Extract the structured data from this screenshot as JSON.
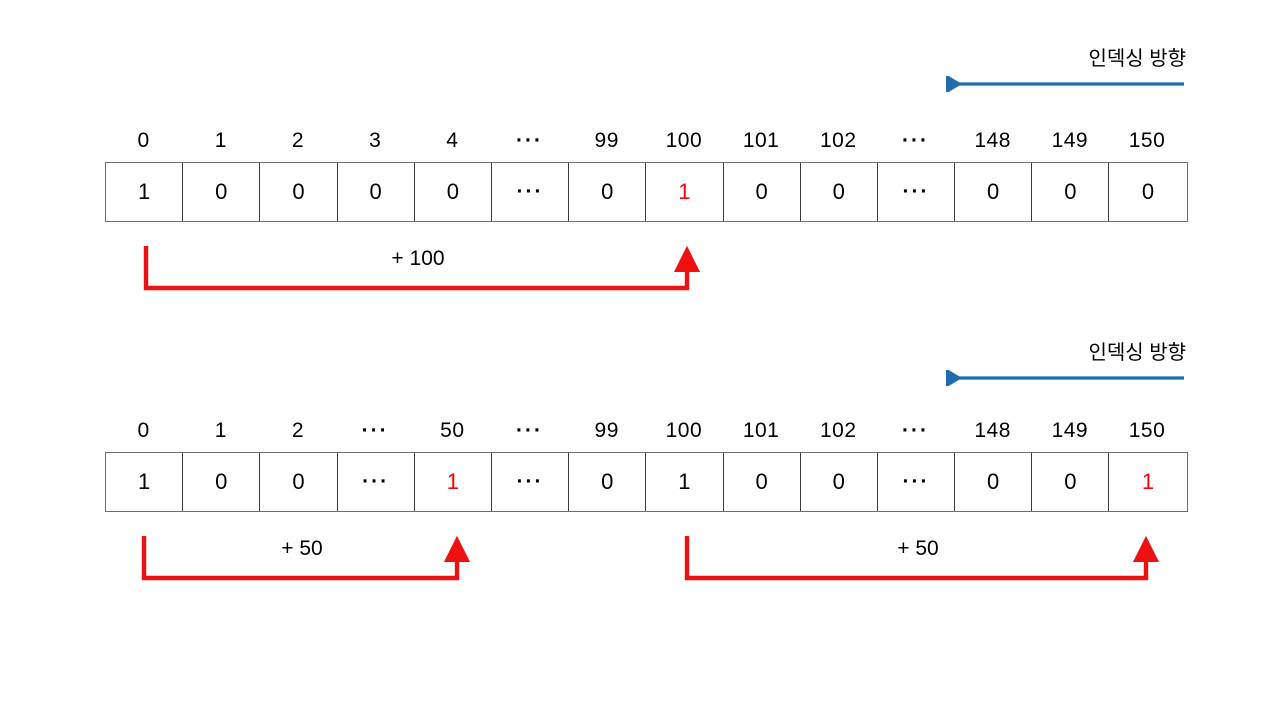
{
  "colors": {
    "highlight": "#ff0000",
    "arrow_blue": "#1f6cb0",
    "bracket_red": "#ee1111",
    "cell_border": "#3a3a3a",
    "table_border": "#6d6d6d",
    "text": "#000000",
    "background": "#ffffff"
  },
  "ellipsis_glyph": "···",
  "sections": [
    {
      "id": "row-one",
      "direction": {
        "label": "인덱싱 방향",
        "icon": "left-arrow-icon"
      },
      "indices": [
        "0",
        "1",
        "2",
        "3",
        "4",
        "···",
        "99",
        "100",
        "101",
        "102",
        "···",
        "148",
        "149",
        "150"
      ],
      "values": [
        "1",
        "0",
        "0",
        "0",
        "0",
        "···",
        "0",
        "1",
        "0",
        "0",
        "···",
        "0",
        "0",
        "0"
      ],
      "highlighted": [
        7
      ],
      "offsets": [
        {
          "label": "+ 100",
          "from_index": "0",
          "to_index": "100",
          "from_col": 0,
          "to_col": 7
        }
      ]
    },
    {
      "id": "row-two",
      "direction": {
        "label": "인덱싱 방향",
        "icon": "left-arrow-icon"
      },
      "indices": [
        "0",
        "1",
        "2",
        "···",
        "50",
        "···",
        "99",
        "100",
        "101",
        "102",
        "···",
        "148",
        "149",
        "150"
      ],
      "values": [
        "1",
        "0",
        "0",
        "···",
        "1",
        "···",
        "0",
        "1",
        "0",
        "0",
        "···",
        "0",
        "0",
        "1"
      ],
      "highlighted": [
        4,
        13
      ],
      "offsets": [
        {
          "label": "+ 50",
          "from_index": "0",
          "to_index": "50",
          "from_col": 0,
          "to_col": 4
        },
        {
          "label": "+ 50",
          "from_index": "100",
          "to_index": "150",
          "from_col": 7,
          "to_col": 13
        }
      ]
    }
  ]
}
